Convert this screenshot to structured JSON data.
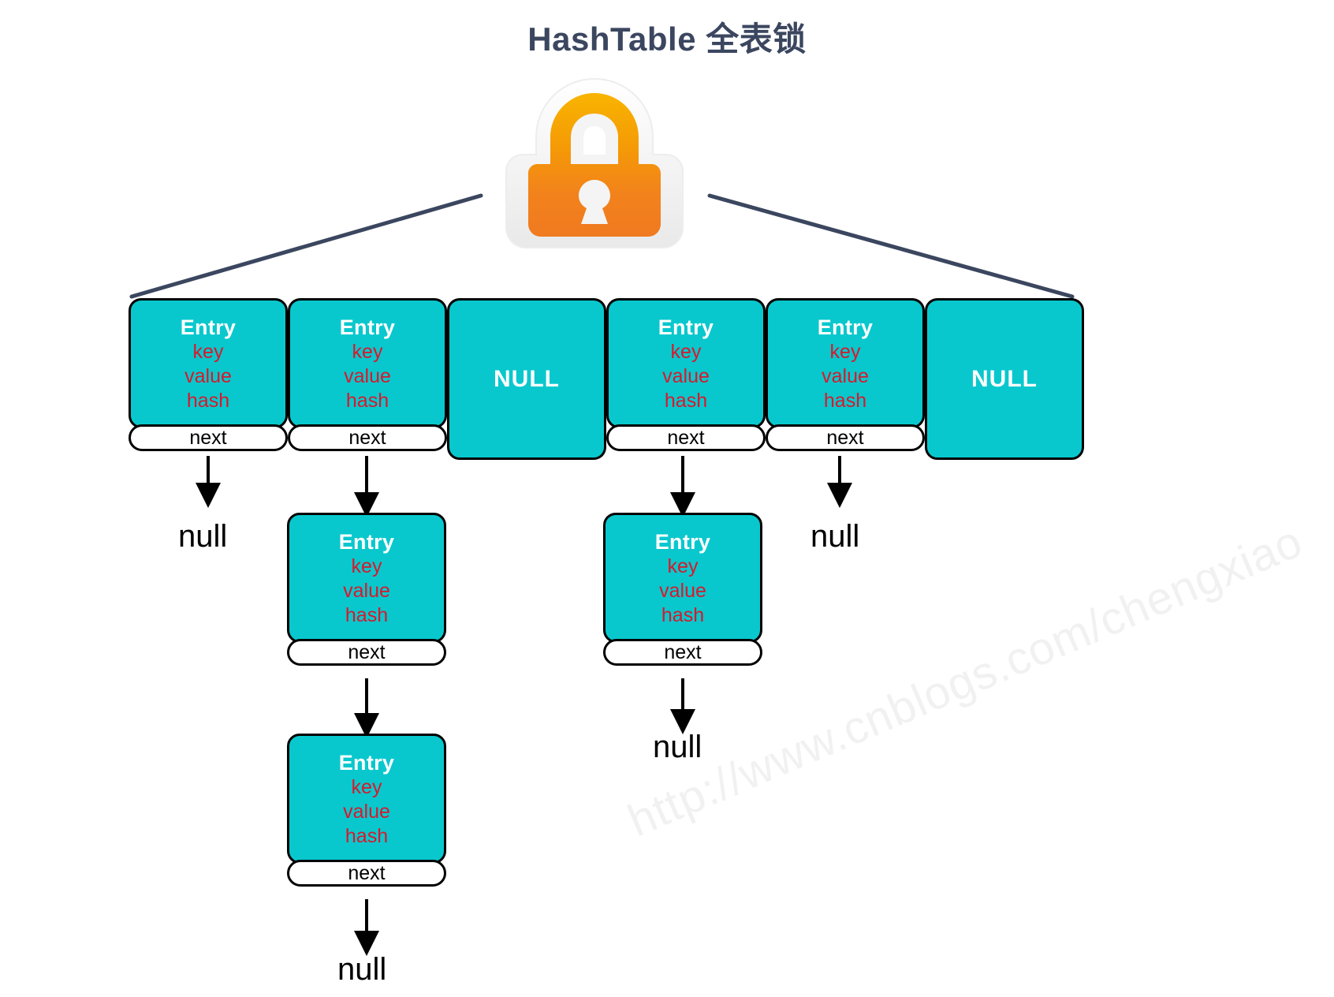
{
  "page": {
    "title": "HashTable 全表锁",
    "title_color": "#3b465f",
    "background": "#ffffff",
    "watermark": "http://www.cnblogs.com/chengxiao"
  },
  "colors": {
    "entry_fill": "#08c8cd",
    "entry_border": "#000000",
    "entry_title_text": "#ffffff",
    "entry_field_text": "#d7192c",
    "next_bar_fill": "#ffffff",
    "connector_line": "#3b465f",
    "arrow": "#000000",
    "lock_gradient_top": "#f5a800",
    "lock_gradient_bottom": "#f37a1f",
    "lock_outline": "#f2f2f2"
  },
  "lock": {
    "icon_name": "padlock-icon",
    "state": "locked"
  },
  "entry_labels": {
    "title": "Entry",
    "key": "key",
    "value": "value",
    "hash": "hash",
    "next": "next"
  },
  "table": {
    "name": "hashtable-bucket-array",
    "bucket_count": 6,
    "buckets": [
      {
        "index": 0,
        "type": "entry",
        "label": "Entry"
      },
      {
        "index": 1,
        "type": "entry",
        "label": "Entry"
      },
      {
        "index": 2,
        "type": "null",
        "label": "NULL"
      },
      {
        "index": 3,
        "type": "entry",
        "label": "Entry"
      },
      {
        "index": 4,
        "type": "entry",
        "label": "Entry"
      },
      {
        "index": 5,
        "type": "null",
        "label": "NULL"
      }
    ]
  },
  "chains": [
    {
      "bucket": 0,
      "nodes": [],
      "terminator": "null"
    },
    {
      "bucket": 1,
      "nodes": [
        {
          "label": "Entry"
        },
        {
          "label": "Entry"
        }
      ],
      "terminator": "null"
    },
    {
      "bucket": 3,
      "nodes": [
        {
          "label": "Entry"
        }
      ],
      "terminator": "null"
    },
    {
      "bucket": 4,
      "nodes": [],
      "terminator": "null"
    }
  ],
  "null_terminators": [
    {
      "id": "null-bucket-0",
      "text": "null"
    },
    {
      "id": "null-bucket-4",
      "text": "null"
    },
    {
      "id": "null-bucket-3",
      "text": "null"
    },
    {
      "id": "null-bucket-1",
      "text": "null"
    }
  ]
}
